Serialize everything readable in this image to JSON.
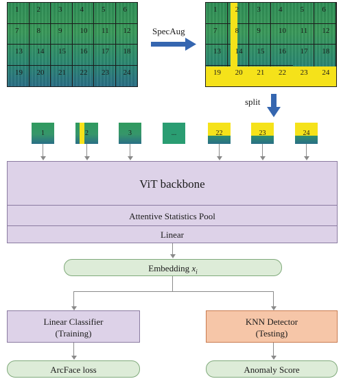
{
  "spectrogram": {
    "cells": [
      "1",
      "2",
      "3",
      "4",
      "5",
      "6",
      "7",
      "8",
      "9",
      "10",
      "11",
      "12",
      "13",
      "14",
      "15",
      "16",
      "17",
      "18",
      "19",
      "20",
      "21",
      "22",
      "23",
      "24"
    ]
  },
  "labels": {
    "specaug": "SpecAug",
    "split": "split"
  },
  "patches": [
    "1",
    "2",
    "3",
    "...",
    "22",
    "23",
    "24"
  ],
  "vit": {
    "backbone": "ViT backbone",
    "pool": "Attentive Statistics Pool",
    "linear": "Linear"
  },
  "embedding": {
    "text": "Embedding",
    "symbol": "x",
    "subscript": "i"
  },
  "classifier": {
    "line1": "Linear Classifier",
    "line2": "(Training)"
  },
  "detector": {
    "line1": "KNN Detector",
    "line2": "(Testing)"
  },
  "outputs": {
    "left": "ArcFace loss",
    "right": "Anomaly Score"
  },
  "colors": {
    "purple_fill": "#ddd2e8",
    "green_fill": "#ddecd8",
    "orange_fill": "#f6c6a8",
    "yellow_mask": "#f5e21a",
    "arrow_blue": "#3566b0"
  }
}
